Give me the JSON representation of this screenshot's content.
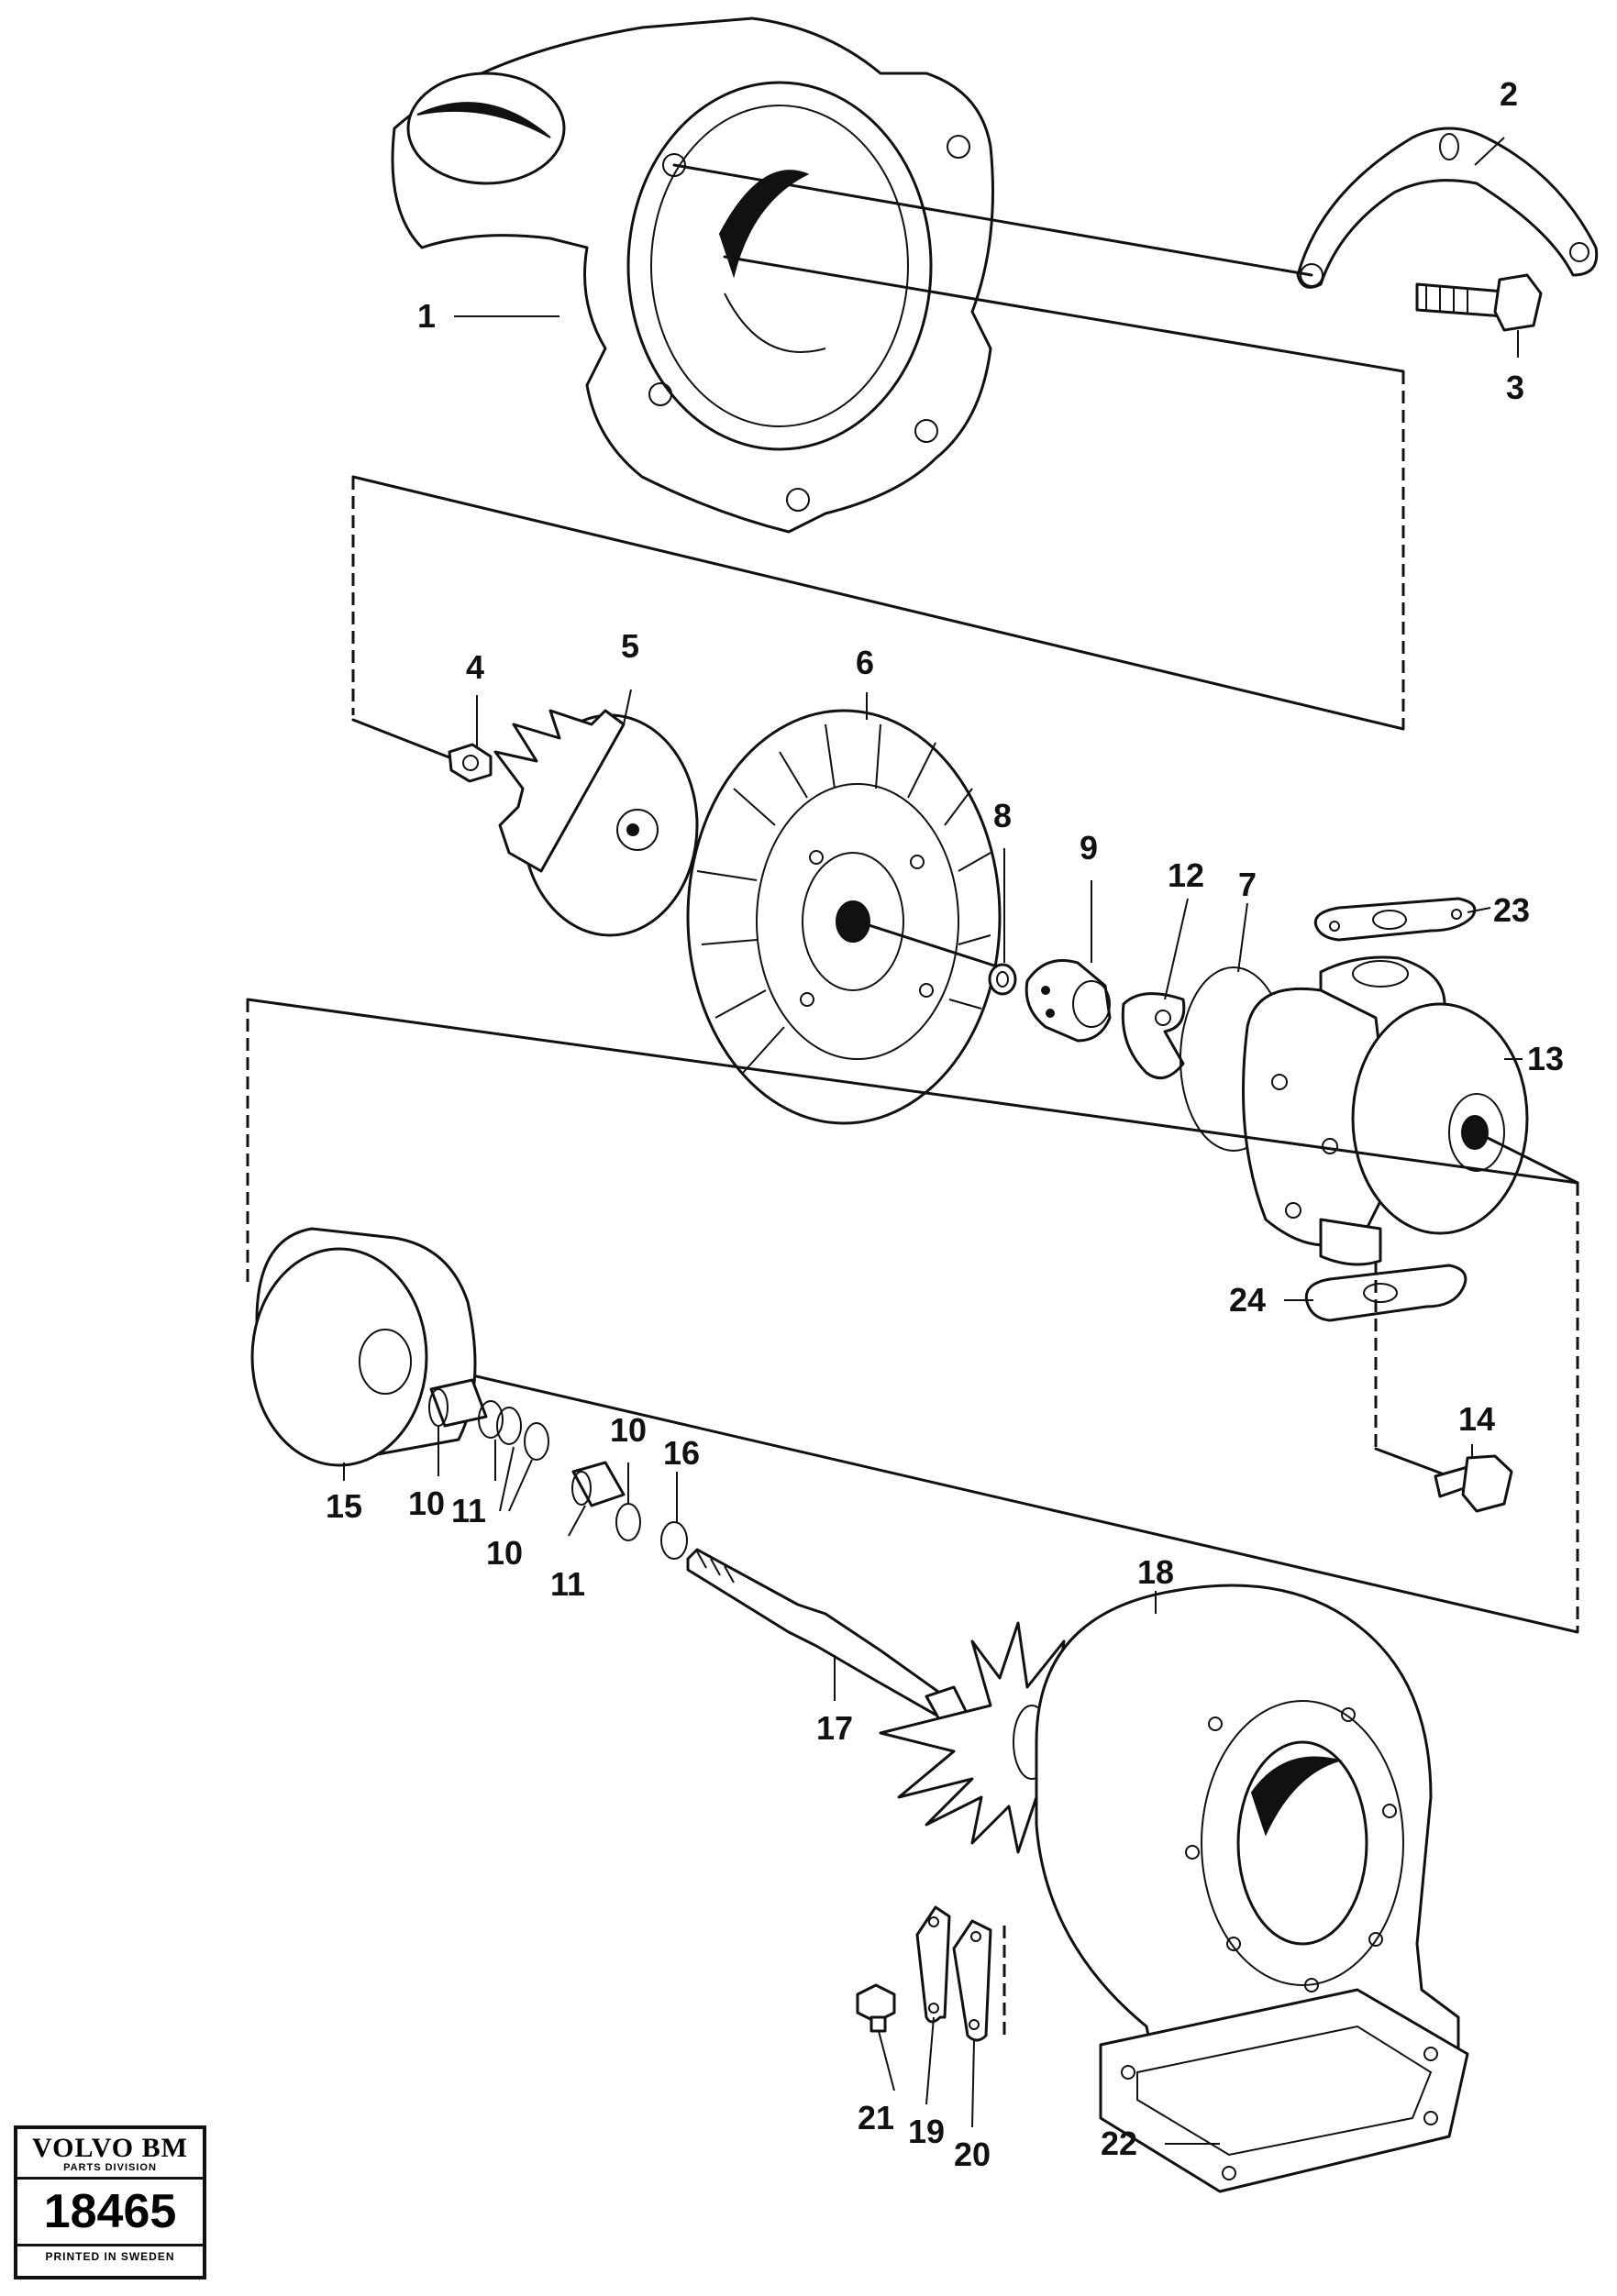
{
  "parts": [
    {
      "id": "part-1",
      "number": "1"
    },
    {
      "id": "part-2",
      "number": "2"
    },
    {
      "id": "part-3",
      "number": "3"
    },
    {
      "id": "part-4",
      "number": "4"
    },
    {
      "id": "part-5",
      "number": "5"
    },
    {
      "id": "part-6",
      "number": "6"
    },
    {
      "id": "part-7",
      "number": "7"
    },
    {
      "id": "part-8",
      "number": "8"
    },
    {
      "id": "part-9",
      "number": "9"
    },
    {
      "id": "part-10",
      "number": "10"
    },
    {
      "id": "part-11",
      "number": "11"
    },
    {
      "id": "part-12",
      "number": "12"
    },
    {
      "id": "part-13",
      "number": "13"
    },
    {
      "id": "part-14",
      "number": "14"
    },
    {
      "id": "part-15",
      "number": "15"
    },
    {
      "id": "part-16",
      "number": "16"
    },
    {
      "id": "part-17",
      "number": "17"
    },
    {
      "id": "part-18",
      "number": "18"
    },
    {
      "id": "part-19",
      "number": "19"
    },
    {
      "id": "part-20",
      "number": "20"
    },
    {
      "id": "part-21",
      "number": "21"
    },
    {
      "id": "part-22",
      "number": "22"
    },
    {
      "id": "part-23",
      "number": "23"
    },
    {
      "id": "part-24",
      "number": "24"
    }
  ],
  "stamp": {
    "brand": "VOLVO BM",
    "division": "PARTS DIVISION",
    "code": "18465",
    "printed": "PRINTED IN SWEDEN"
  }
}
